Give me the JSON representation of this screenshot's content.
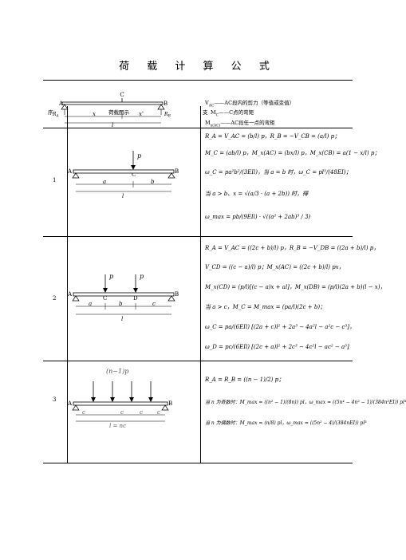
{
  "page_title": "荷 载 计 算 公 式",
  "header": {
    "col_no": "序",
    "col_diagram": "荷载图示",
    "col_support": "支",
    "def_vac": "V",
    "def_vac_sub": "AC",
    "def_vac_text": "——AC段内的剪力（等值或变值）",
    "def_mc": "M",
    "def_mc_sub": "C",
    "def_mc_text": "——C点的弯矩",
    "def_mx": "M",
    "def_mx_sub": "x(AC)",
    "def_mx_text": "——AC段任一点的弯矩",
    "label_c": "C",
    "label_a": "A",
    "label_b": "B",
    "label_ra": "R",
    "label_ra_sub": "A",
    "label_rb": "R",
    "label_rb_sub": "B",
    "dim_x": "x",
    "dim_x2": "x'",
    "dim_l": "l"
  },
  "rows": [
    {
      "no": "1",
      "diagram": {
        "load": "p",
        "a": "A",
        "b": "B",
        "c": "C",
        "dim_a": "a",
        "dim_b": "b",
        "dim_l": "l"
      },
      "formulas": [
        "R_A = V_AC = (b/l) p，R_B = −V_CB = (a/l) p；",
        "M_C = (ab/l) p，M_x(AC) = (bx/l) p，M_x(CB) = a(1 − x/l) p；",
        "ω_C = pa²b²/(3EIl)，当 a = b 时，ω_C = pl³/(48EI)；",
        "当 a > b、x = √(a/3 · (a + 2b)) 时，得",
        "ω_max = pb/(9EIl) · √((a² + 2ab)³ / 3)"
      ]
    },
    {
      "no": "2",
      "diagram": {
        "load1": "p",
        "load2": "p",
        "a": "A",
        "b": "B",
        "c": "C",
        "d": "D",
        "dim_a": "a",
        "dim_b": "b",
        "dim_c": "c",
        "dim_l": "l"
      },
      "formulas": [
        "R_A = V_AC = ((2c + b)/l) p，R_B = −V_DB = ((2a + b)/l) p，",
        "V_CD = ((c − a)/l) p；M_x(AC) = ((2c + b)/l) px，",
        "M_x(CD) = (p/l)[(c − a)x + al]，M_x(DB) = (p/l)(2a + b)(l − x)，",
        "当 a > c，M_C = M_max = (pa/l)(2c + b)；",
        "ω_C = pa/(6EIl) [(2a + c)l² + 2a³ − 4a²l − a²c − c³]，",
        "ω_D = pc/(6EIl) [(2c + a)l² + 2c³ − 4c²l − ac² − a³]"
      ]
    },
    {
      "no": "3",
      "diagram": {
        "load": "(n−1)p",
        "a": "A",
        "b": "B",
        "dim_c": "c",
        "dim_l": "l = nc"
      },
      "formulas": [
        "R_A = R_B = ((n − 1)/2) p；",
        "当 n 为奇数时：M_max = ((n² − 1)/(8n)) pl，ω_max = ((5n⁴ − 4n² − 1)/(384n³EI)) pl³",
        "当 n 为偶数时：M_max = (n/8) pl，ω_max = ((5n² − 4)/(384nEI)) pl³"
      ]
    }
  ]
}
